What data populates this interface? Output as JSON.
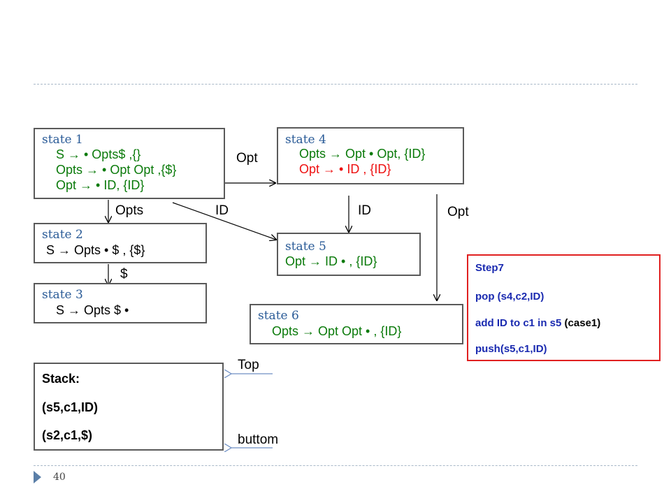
{
  "page_number": "40",
  "states": {
    "s1": {
      "title": "state 1",
      "lines": [
        "S → • Opts$ ,{}",
        "Opts → • Opt Opt ,{$}",
        "Opt → • ID, {ID}"
      ]
    },
    "s2": {
      "title": "state 2",
      "lines": [
        "S → Opts • $ , {$}"
      ]
    },
    "s3": {
      "title": "state 3",
      "lines": [
        "S → Opts $ •"
      ]
    },
    "s4": {
      "title": "state 4",
      "lines": [
        "Opts → Opt • Opt, {ID}",
        "Opt → • ID , {ID}"
      ]
    },
    "s5": {
      "title": "state 5",
      "lines": [
        "Opt → ID • , {ID}"
      ]
    },
    "s6": {
      "title": "state 6",
      "lines": [
        "Opts → Opt Opt • , {ID}"
      ]
    }
  },
  "edges": {
    "s1_s4": "Opt",
    "s1_s2": "Opts",
    "s1_s5": "ID",
    "s4_s5": "ID",
    "s4_s6": "Opt",
    "s2_s3": "$"
  },
  "step": {
    "title": "Step7",
    "lines": [
      "pop (s4,c2,ID)",
      "add ID to c1 in s5",
      "(case1)",
      "push(s5,c1,ID)"
    ]
  },
  "stack": {
    "title": "Stack:",
    "items": [
      "(s5,c1,ID)",
      "(s2,c1,$)"
    ],
    "top_label": "Top",
    "bottom_label": "buttom"
  },
  "colors": {
    "title": "#2a5b97",
    "green": "#0a7a0a",
    "red": "#ee1111",
    "step_text": "#1a2ab0",
    "step_border": "#e02020"
  }
}
